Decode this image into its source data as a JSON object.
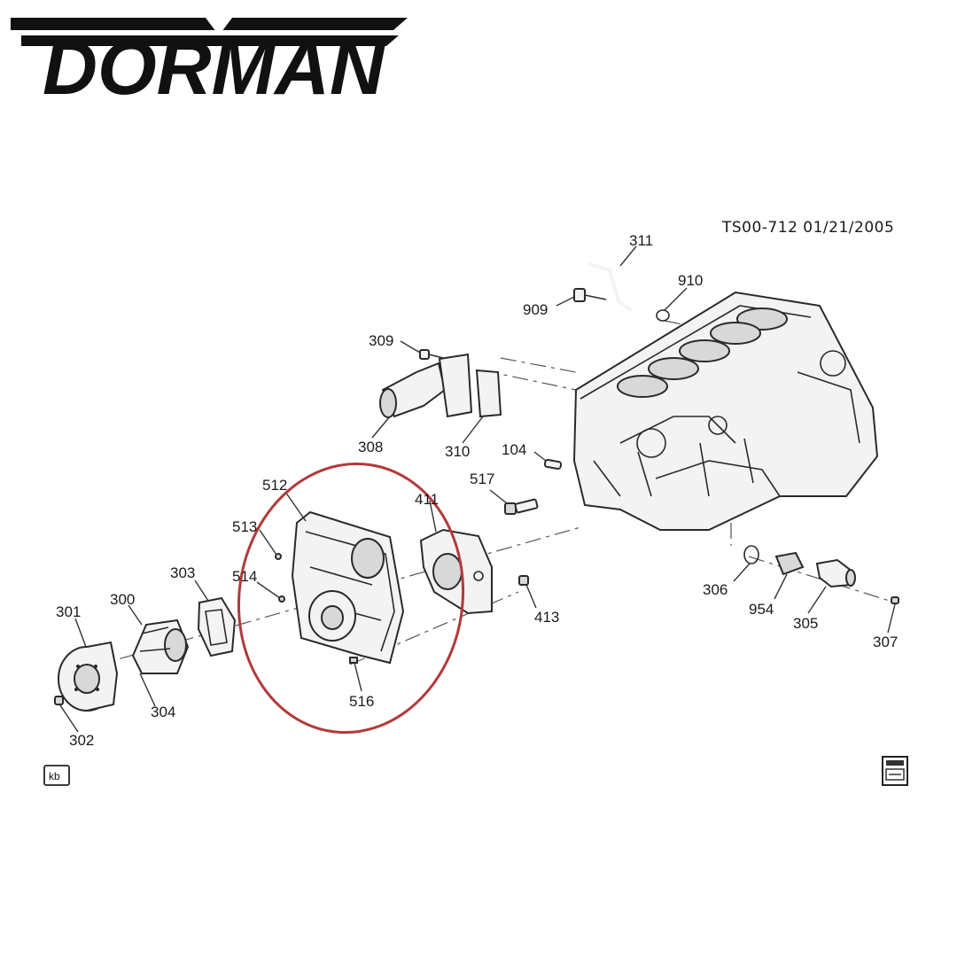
{
  "brand": {
    "name": "DORMAN"
  },
  "drawing": {
    "reference": "TS00-712  01/21/2005",
    "corner_tag": "kb",
    "highlight_color": "#b23a3a"
  },
  "callouts": [
    {
      "id": "c311",
      "text": "311"
    },
    {
      "id": "c910",
      "text": "910"
    },
    {
      "id": "c909",
      "text": "909"
    },
    {
      "id": "c309",
      "text": "309"
    },
    {
      "id": "c308",
      "text": "308"
    },
    {
      "id": "c310",
      "text": "310"
    },
    {
      "id": "c104",
      "text": "104"
    },
    {
      "id": "c517",
      "text": "517"
    },
    {
      "id": "c512",
      "text": "512"
    },
    {
      "id": "c411",
      "text": "411"
    },
    {
      "id": "c513",
      "text": "513"
    },
    {
      "id": "c514",
      "text": "514"
    },
    {
      "id": "c303",
      "text": "303"
    },
    {
      "id": "c300",
      "text": "300"
    },
    {
      "id": "c301",
      "text": "301"
    },
    {
      "id": "c413",
      "text": "413"
    },
    {
      "id": "c516",
      "text": "516"
    },
    {
      "id": "c304",
      "text": "304"
    },
    {
      "id": "c302",
      "text": "302"
    },
    {
      "id": "c306",
      "text": "306"
    },
    {
      "id": "c954",
      "text": "954"
    },
    {
      "id": "c305",
      "text": "305"
    },
    {
      "id": "c307",
      "text": "307"
    }
  ]
}
